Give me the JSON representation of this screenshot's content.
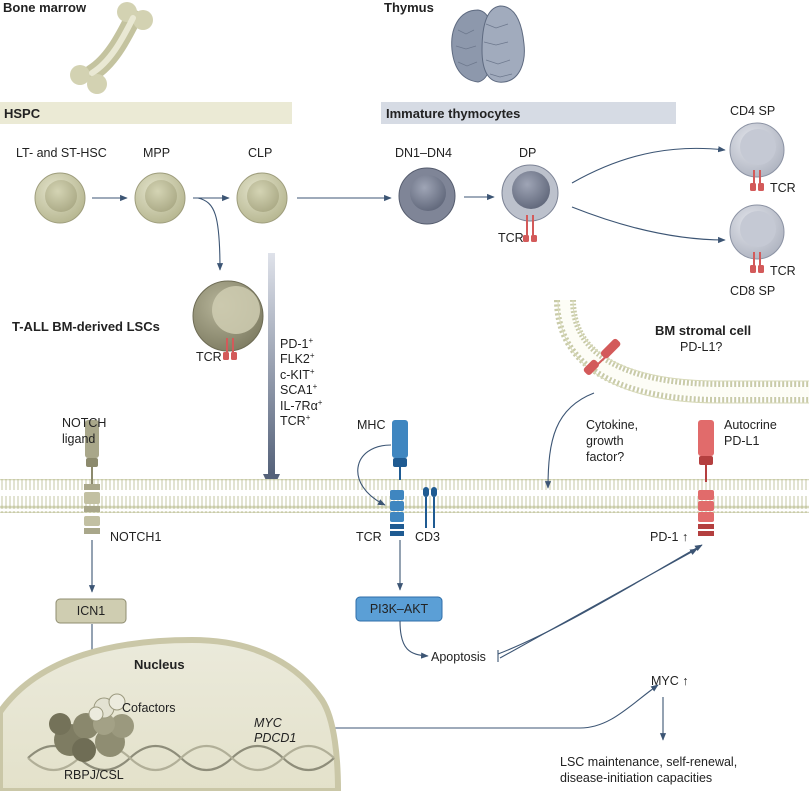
{
  "locations": {
    "bone_marrow": "Bone marrow",
    "thymus": "Thymus"
  },
  "bars": {
    "hspc": "HSPC",
    "immature": "Immature thymocytes"
  },
  "cells": {
    "lt_st_hsc": "LT- and ST-HSC",
    "mpp": "MPP",
    "clp": "CLP",
    "dn": "DN1–DN4",
    "dp": "DP",
    "cd4": "CD4 SP",
    "cd8": "CD8 SP",
    "lsc_title": "T-ALL BM-derived LSCs"
  },
  "tcr": "TCR",
  "markers": [
    {
      "name": "PD-1",
      "sup": "+"
    },
    {
      "name": "FLK2",
      "sup": "+"
    },
    {
      "name": "c-KIT",
      "sup": "+"
    },
    {
      "name": "SCA1",
      "sup": "+"
    },
    {
      "name": "IL-7Rα",
      "sup": "+"
    },
    {
      "name": "TCR",
      "sup": "+"
    }
  ],
  "stromal": {
    "title": "BM stromal cell",
    "pdl1": "PD-L1?"
  },
  "signals": {
    "notch_ligand": [
      "NOTCH",
      "ligand"
    ],
    "notch1": "NOTCH1",
    "mhc": "MHC",
    "tcr": "TCR",
    "cd3": "CD3",
    "cytokine": [
      "Cytokine,",
      "growth",
      "factor?"
    ],
    "autocrine": [
      "Autocrine",
      "PD-L1"
    ],
    "pd1": "PD-1 ↑"
  },
  "boxes": {
    "icn1": "ICN1",
    "pi3k": "PI3K–AKT"
  },
  "nucleus": {
    "title": "Nucleus",
    "cofactors": "Cofactors",
    "rbpj": "RBPJ/CSL",
    "genes": [
      "MYC",
      "PDCD1"
    ]
  },
  "outcomes": {
    "apoptosis": "Apoptosis",
    "myc": "MYC ↑",
    "lsc": [
      "LSC maintenance, self-renewal,",
      "disease-initiation capacities"
    ]
  },
  "colors": {
    "hspc_cell": "#c9c9a6",
    "thymocyte_dark": "#7f8597",
    "thymocyte_light": "#c5c9d4",
    "tcr_red": "#d35a5a",
    "blue": "#3f86c0",
    "dark_blue": "#1f5b92",
    "olive": "#a9a78a",
    "membrane": "#d8d9c0",
    "arrow": "#3c5574"
  }
}
